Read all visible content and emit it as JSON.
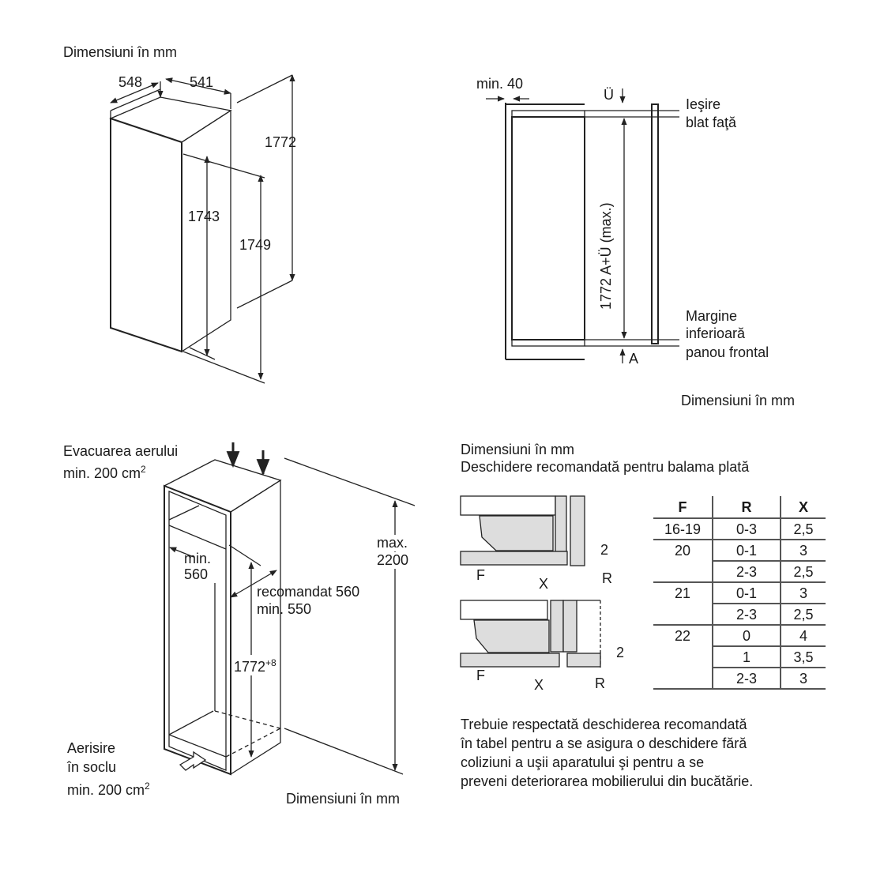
{
  "panel_dimensions": {
    "title": "Dimensiuni în mm",
    "depth": "548",
    "width": "541",
    "height_total": "1772",
    "height_door": "1743",
    "height_body": "1749"
  },
  "panel_side": {
    "min_gap": "min. 40",
    "u_label": "Ü",
    "a_label": "A",
    "vertical_dim": "1772 A+Ü (max.)",
    "top_label_1": "Ieşire",
    "top_label_2": "blat faţă",
    "bottom_label_1": "Margine",
    "bottom_label_2": "inferioară",
    "bottom_label_3": "panou frontal",
    "caption": "Dimensiuni în mm"
  },
  "panel_niche": {
    "exhaust_1": "Evacuarea aerului",
    "exhaust_2": "min. 200 cm",
    "exhaust_sup": "2",
    "min_width_1": "min.",
    "min_width_2": "560",
    "depth_1": "recomandat 560",
    "depth_2": "min. 550",
    "height": "1772",
    "height_sup": "+8",
    "max_1": "max.",
    "max_2": "2200",
    "vent_1": "Aerisire",
    "vent_2": "în soclu",
    "vent_3": "min. 200 cm",
    "vent_sup": "2",
    "caption": "Dimensiuni în mm"
  },
  "panel_hinge": {
    "caption_1": "Dimensiuni în mm",
    "caption_2": "Deschidere recomandată pentru balama plată",
    "labels": {
      "f": "F",
      "x": "X",
      "r": "R",
      "two": "2"
    },
    "table": {
      "headers": [
        "F",
        "R",
        "X"
      ],
      "rows": [
        [
          "16-19",
          "0-3",
          "2,5"
        ],
        [
          "20",
          "0-1",
          "3"
        ],
        [
          "",
          "2-3",
          "2,5"
        ],
        [
          "21",
          "0-1",
          "3"
        ],
        [
          "",
          "2-3",
          "2,5"
        ],
        [
          "22",
          "0",
          "4"
        ],
        [
          "",
          "1",
          "3,5"
        ],
        [
          "",
          "2-3",
          "3"
        ]
      ]
    },
    "note_1": "Trebuie respectată deschiderea recomandată",
    "note_2": "în tabel pentru a se asigura o deschidere fără",
    "note_3": "coliziuni a uşii aparatului şi pentru a se",
    "note_4": "preveni deteriorarea mobilierului din bucătărie."
  }
}
